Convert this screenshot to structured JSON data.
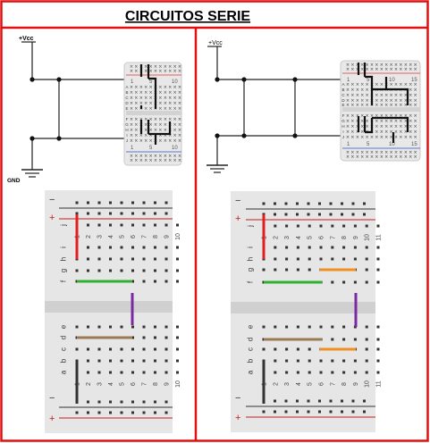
{
  "title": "CIRCUITOS  SERIE",
  "left_panel": {
    "vcc_label": "+Vcc",
    "gnd_label": "GND",
    "mini_board": {
      "row_letters_top": [
        "A",
        "B",
        "C",
        "D",
        "E"
      ],
      "row_letters_bottom": [
        "F",
        "G",
        "H",
        "I",
        "J"
      ],
      "col_numbers": [
        "1",
        "5",
        "10"
      ]
    },
    "breadboard": {
      "rail_signs": [
        "−",
        "+",
        "−",
        "+"
      ],
      "row_letters": [
        "j",
        "i",
        "h",
        "g",
        "f",
        "e",
        "d",
        "c",
        "b",
        "a"
      ],
      "col_numbers": [
        "1",
        "2",
        "3",
        "4",
        "5",
        "6",
        "7",
        "8",
        "9",
        "10"
      ]
    }
  },
  "right_panel": {
    "vcc_label": "+Vcc",
    "mini_board": {
      "row_letters_top": [
        "A",
        "B",
        "C",
        "D",
        "E"
      ],
      "row_letters_bottom": [
        "F",
        "G",
        "H",
        "I",
        "J"
      ],
      "col_numbers": [
        "1",
        "5",
        "10",
        "15"
      ]
    },
    "breadboard": {
      "rail_signs": [
        "−",
        "+",
        "−",
        "+"
      ],
      "row_letters": [
        "j",
        "i",
        "h",
        "g",
        "f",
        "e",
        "d",
        "c",
        "b",
        "a"
      ],
      "col_numbers": [
        "1",
        "2",
        "3",
        "4",
        "5",
        "6",
        "7",
        "8",
        "9",
        "10",
        "11"
      ]
    }
  },
  "colors": {
    "frame": "#e01010",
    "wire_red": "#e02020",
    "wire_green": "#30b030",
    "wire_purple": "#7a2aa0",
    "wire_brown": "#9a7a55",
    "wire_black": "#333333",
    "wire_orange": "#f09020"
  }
}
